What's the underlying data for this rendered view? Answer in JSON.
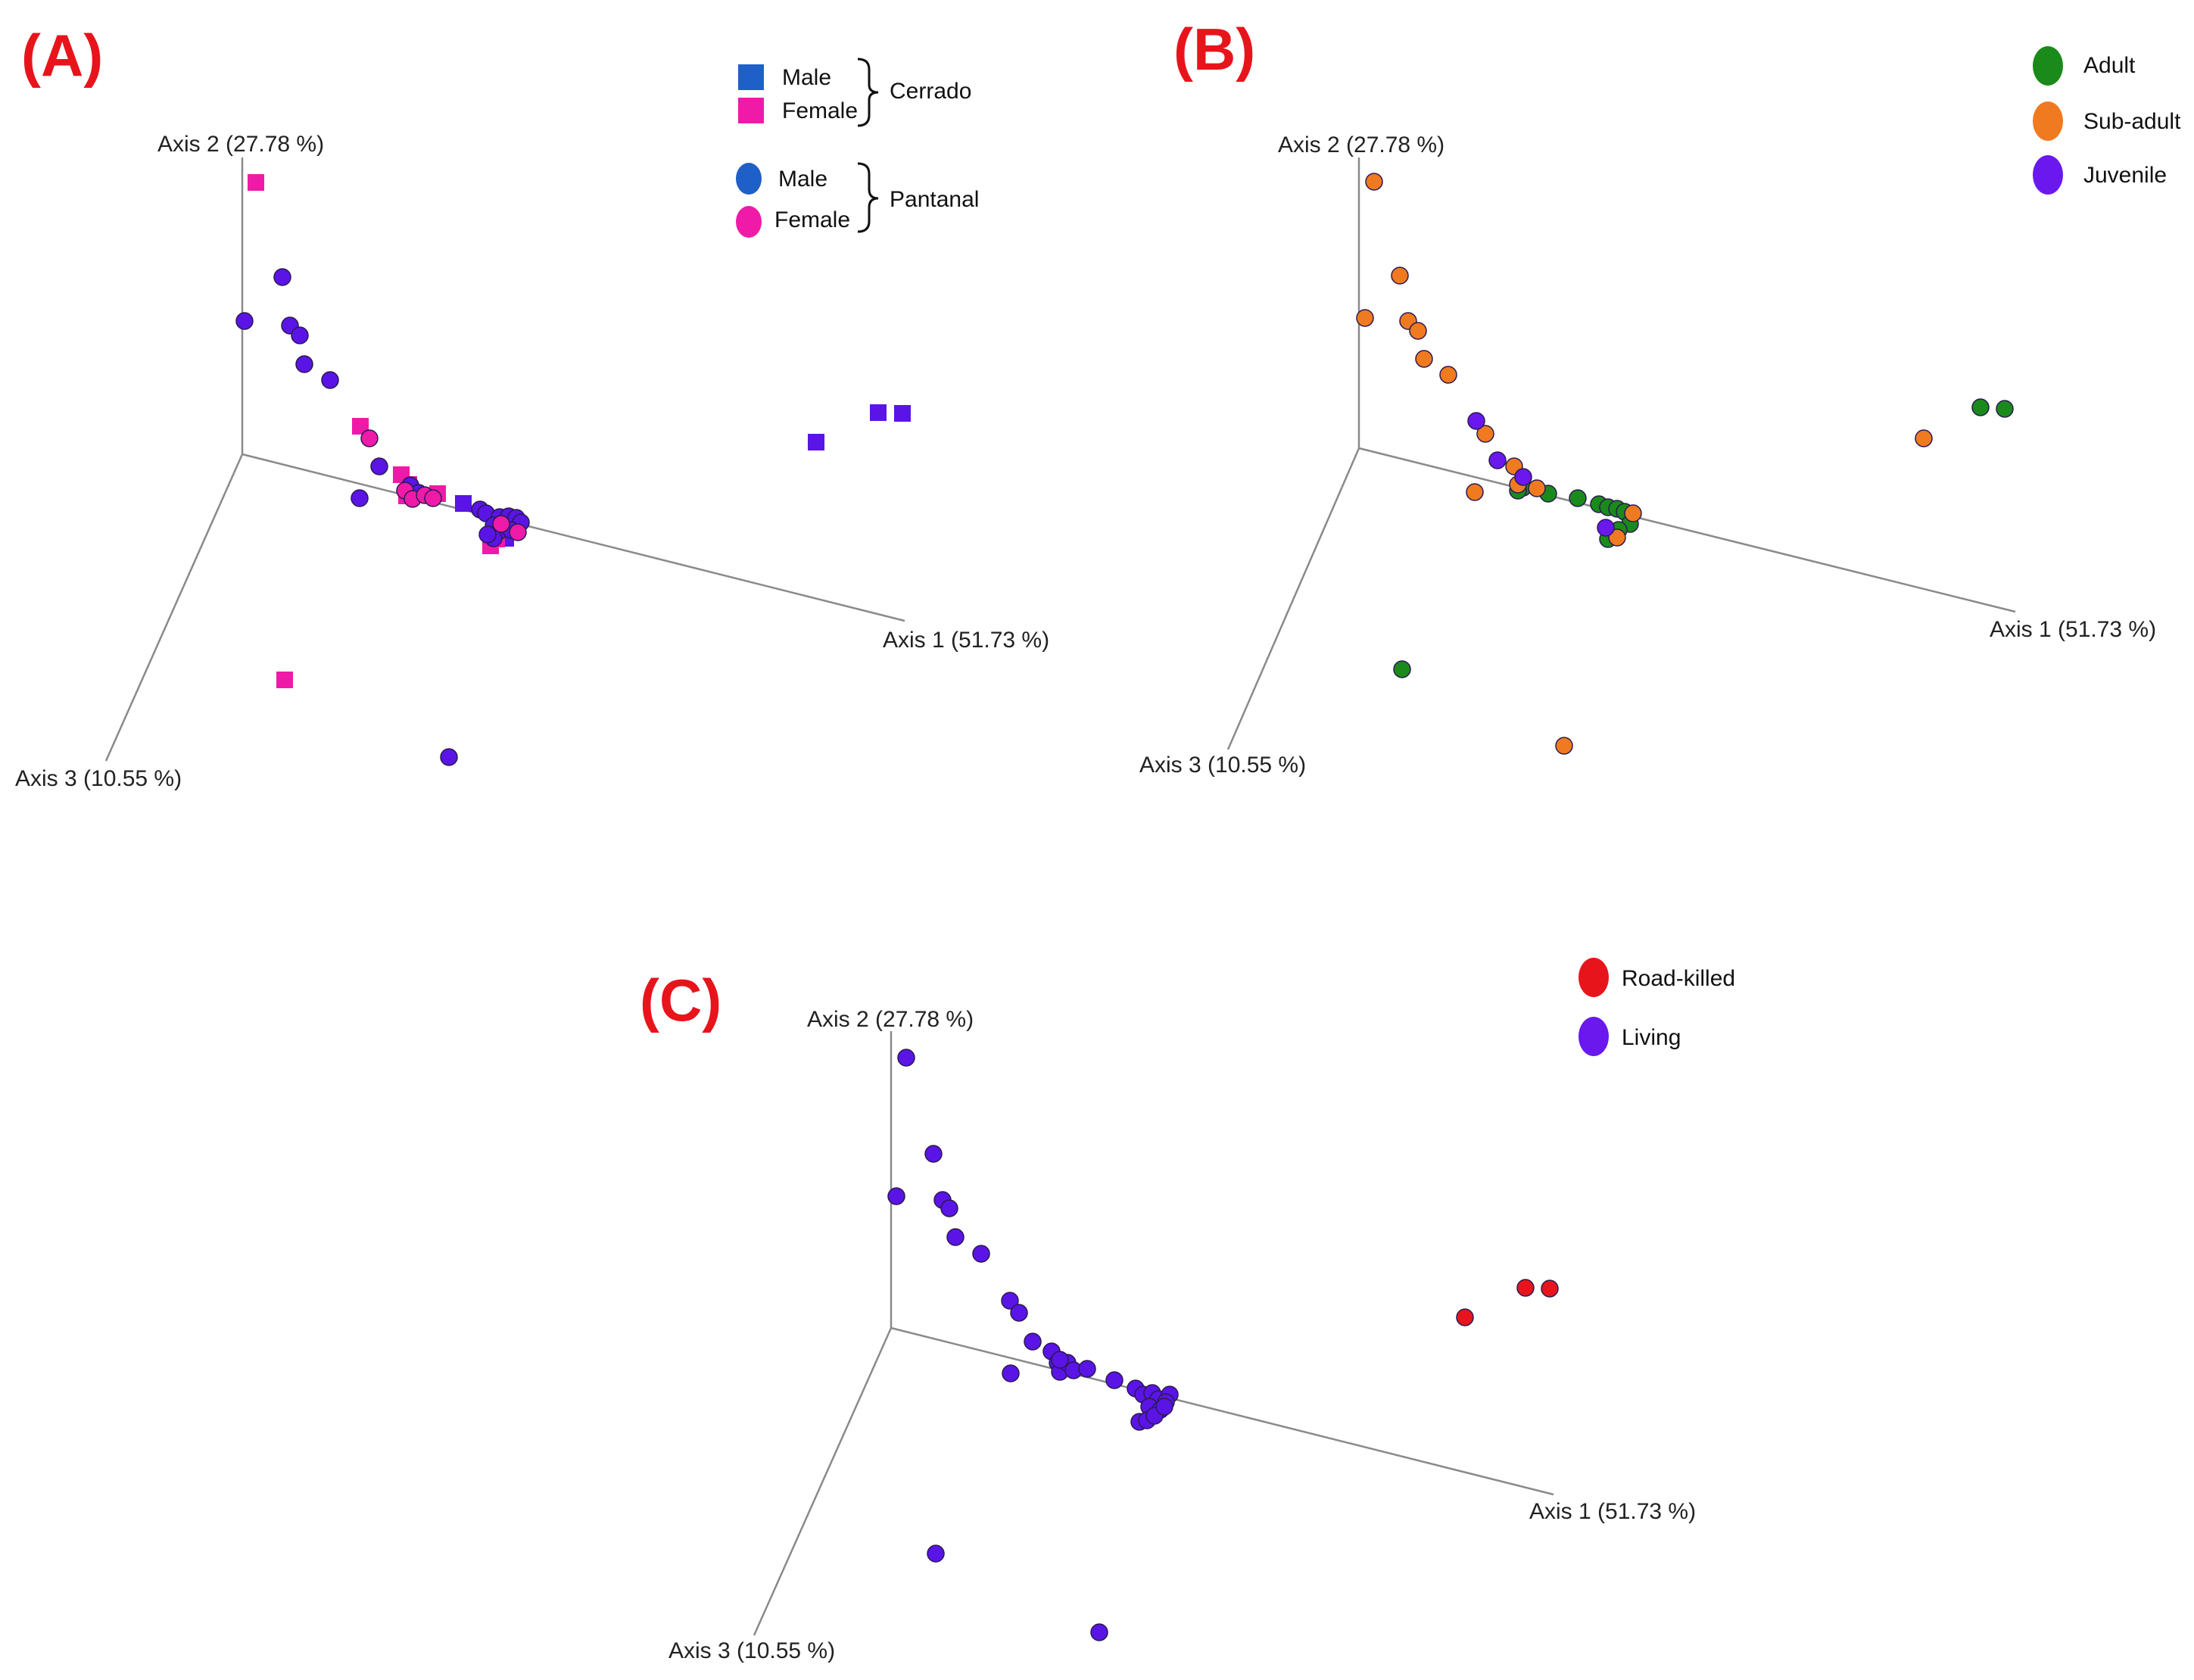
{
  "chart_data": [
    {
      "id": "A",
      "type": "scatter",
      "panel_label": "(A)",
      "axis_labels": {
        "axis1": "Axis 1 (51.73 %)",
        "axis2": "Axis 2 (27.78 %)",
        "axis3": "Axis 3 (10.55 %)"
      },
      "legend": {
        "groups": [
          {
            "name": "Cerrado",
            "entries": [
              {
                "label": "Male",
                "shape": "square",
                "color": "#1f5fc8"
              },
              {
                "label": "Female",
                "shape": "square",
                "color": "#f01aa8"
              }
            ]
          },
          {
            "name": "Pantanal",
            "entries": [
              {
                "label": "Male",
                "shape": "circle",
                "color": "#1f5fc8"
              },
              {
                "label": "Female",
                "shape": "circle",
                "color": "#f01aa8"
              }
            ]
          }
        ]
      },
      "marker_colors": {
        "square_blue": "#5a14e6",
        "square_pink": "#f01aa8",
        "circle_blue": "#5a14e6",
        "circle_pink": "#f01aa8"
      },
      "series": [
        {
          "name": "Cerrado Male",
          "marker": "square",
          "color": "#5a14e6",
          "points": [
            [
              1078,
              584
            ],
            [
              1160,
              545
            ],
            [
              1192,
              546
            ],
            [
              612,
              665
            ],
            [
              668,
              711
            ]
          ]
        },
        {
          "name": "Cerrado Female",
          "marker": "square",
          "color": "#f01aa8",
          "points": [
            [
              338,
              241
            ],
            [
              476,
              563
            ],
            [
              530,
              627
            ],
            [
              540,
              640
            ],
            [
              578,
              652
            ],
            [
              376,
              898
            ],
            [
              648,
              721
            ],
            [
              656,
              712
            ],
            [
              537,
              655
            ]
          ]
        },
        {
          "name": "Pantanal Male",
          "marker": "circle",
          "color": "#5a14e6",
          "points": [
            [
              373,
              366
            ],
            [
              323,
              424
            ],
            [
              383,
              430
            ],
            [
              396,
              443
            ],
            [
              402,
              481
            ],
            [
              436,
              502
            ],
            [
              501,
              616
            ],
            [
              475,
              658
            ],
            [
              593,
              1000
            ],
            [
              634,
              673
            ],
            [
              642,
              678
            ],
            [
              660,
              683
            ],
            [
              672,
              682
            ],
            [
              682,
              684
            ],
            [
              688,
              690
            ],
            [
              652,
              694
            ],
            [
              660,
              701
            ],
            [
              652,
              711
            ],
            [
              644,
              706
            ],
            [
              675,
              700
            ],
            [
              542,
              641
            ],
            [
              553,
              651
            ]
          ]
        },
        {
          "name": "Pantanal Female",
          "marker": "circle",
          "color": "#f01aa8",
          "points": [
            [
              488,
              579
            ],
            [
              535,
              648
            ],
            [
              545,
              659
            ],
            [
              561,
              654
            ],
            [
              572,
              658
            ],
            [
              684,
              703
            ],
            [
              662,
              692
            ]
          ]
        }
      ]
    },
    {
      "id": "B",
      "type": "scatter",
      "panel_label": "(B)",
      "axis_labels": {
        "axis1": "Axis 1 (51.73 %)",
        "axis2": "Axis 2 (27.78 %)",
        "axis3": "Axis 3 (10.55 %)"
      },
      "legend": {
        "entries": [
          {
            "label": "Adult",
            "color": "#1a8a1a"
          },
          {
            "label": "Sub-adult",
            "color": "#f07a20"
          },
          {
            "label": "Juvenile",
            "color": "#6a18ee"
          }
        ]
      },
      "series": [
        {
          "name": "Adult",
          "color": "#1a8a1a",
          "points": [
            [
              2616,
              538
            ],
            [
              2648,
              540
            ],
            [
              1852,
              884
            ],
            [
              2012,
              644
            ],
            [
              2045,
              652
            ],
            [
              2084,
              658
            ],
            [
              2112,
              666
            ],
            [
              2124,
              670
            ],
            [
              2136,
              672
            ],
            [
              2146,
              676
            ],
            [
              2153,
              692
            ],
            [
              2124,
              712
            ],
            [
              2138,
              700
            ],
            [
              2005,
              648
            ]
          ]
        },
        {
          "name": "Sub-adult",
          "color": "#f07a20",
          "points": [
            [
              1815,
              240
            ],
            [
              1849,
              364
            ],
            [
              1803,
              420
            ],
            [
              1860,
              424
            ],
            [
              1873,
              437
            ],
            [
              1881,
              474
            ],
            [
              1913,
              495
            ],
            [
              1962,
              573
            ],
            [
              2000,
              616
            ],
            [
              1948,
              650
            ],
            [
              2005,
              640
            ],
            [
              2030,
              645
            ],
            [
              2541,
              579
            ],
            [
              2066,
              985
            ],
            [
              2157,
              678
            ],
            [
              2136,
              710
            ]
          ]
        },
        {
          "name": "Juvenile",
          "color": "#6a18ee",
          "points": [
            [
              1950,
              556
            ],
            [
              1978,
              608
            ],
            [
              2012,
              630
            ],
            [
              2121,
              697
            ]
          ]
        }
      ]
    },
    {
      "id": "C",
      "type": "scatter",
      "panel_label": "(C)",
      "axis_labels": {
        "axis1": "Axis 1 (51.73 %)",
        "axis2": "Axis 2 (27.78 %)",
        "axis3": "Axis 3 (10.55 %)"
      },
      "legend": {
        "entries": [
          {
            "label": "Road-killed",
            "color": "#e8141c"
          },
          {
            "label": "Living",
            "color": "#6a18ee"
          }
        ]
      },
      "series": [
        {
          "name": "Road-killed",
          "color": "#e8141c",
          "points": [
            [
              1935,
              1740
            ],
            [
              2015,
              1701
            ],
            [
              2047,
              1702
            ]
          ]
        },
        {
          "name": "Living",
          "color": "#5a14e6",
          "points": [
            [
              1197,
              1397
            ],
            [
              1233,
              1524
            ],
            [
              1184,
              1580
            ],
            [
              1245,
              1585
            ],
            [
              1254,
              1596
            ],
            [
              1262,
              1634
            ],
            [
              1296,
              1656
            ],
            [
              1334,
              1718
            ],
            [
              1346,
              1734
            ],
            [
              1364,
              1772
            ],
            [
              1389,
              1785
            ],
            [
              1397,
              1800
            ],
            [
              1400,
              1812
            ],
            [
              1410,
              1800
            ],
            [
              1418,
              1810
            ],
            [
              1436,
              1808
            ],
            [
              1472,
              1823
            ],
            [
              1335,
              1814
            ],
            [
              1400,
              1796
            ],
            [
              1500,
              1834
            ],
            [
              1510,
              1842
            ],
            [
              1522,
              1840
            ],
            [
              1530,
              1848
            ],
            [
              1518,
              1858
            ],
            [
              1533,
              1862
            ],
            [
              1545,
              1842
            ],
            [
              1540,
              1852
            ],
            [
              1505,
              1878
            ],
            [
              1515,
              1876
            ],
            [
              1525,
              1870
            ],
            [
              1538,
              1858
            ],
            [
              1236,
              2052
            ],
            [
              1452,
              2156
            ]
          ]
        }
      ]
    }
  ]
}
